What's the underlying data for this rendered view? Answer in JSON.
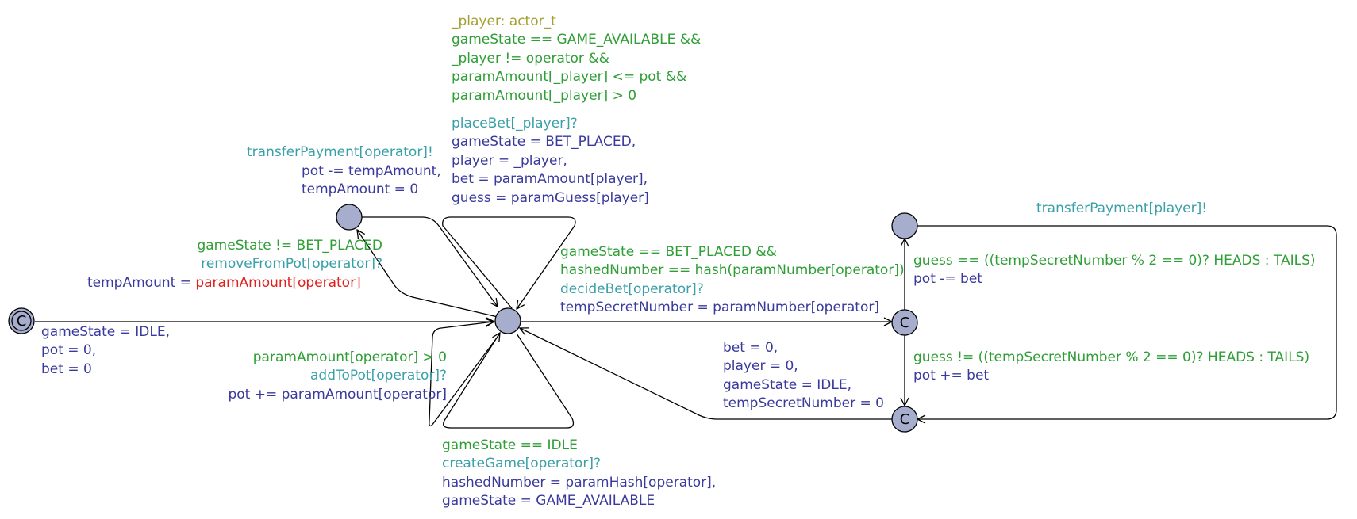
{
  "colors": {
    "guard": "#2f9e36",
    "sync": "#3aa0a8",
    "update": "#3a3a9e",
    "select": "#a3a032",
    "error": "#e0201c",
    "location_fill": "#a7adcc",
    "edge": "#000000"
  },
  "labels": {
    "init": {
      "u1": "gameState = IDLE,",
      "u2": "pot = 0,",
      "u3": "bet = 0"
    },
    "create": {
      "guard": "gameState == IDLE",
      "sync": "createGame[operator]?",
      "u1": "hashedNumber = paramHash[operator],",
      "u2": "gameState = GAME_AVAILABLE"
    },
    "add": {
      "guard": "paramAmount[operator] > 0",
      "sync": "addToPot[operator]?",
      "u1": "pot += paramAmount[operator]"
    },
    "remove": {
      "guard": "gameState != BET_PLACED",
      "sync": "removeFromPot[operator]?",
      "u_prefix": "tempAmount = ",
      "u_error": "paramAmount[operator]"
    },
    "transfer_op": {
      "sync": "transferPayment[operator]!",
      "u1": "pot -= tempAmount,",
      "u2": "tempAmount = 0"
    },
    "place": {
      "select": "_player: actor_t",
      "g1": "gameState == GAME_AVAILABLE &&",
      "g2": "_player != operator &&",
      "g3": "paramAmount[_player] <= pot &&",
      "g4": "paramAmount[_player] > 0",
      "sync": "placeBet[_player]?",
      "u1": "gameState = BET_PLACED,",
      "u2": "player = _player,",
      "u3": "bet = paramAmount[player],",
      "u4": "guess = paramGuess[player]"
    },
    "decide": {
      "g1": "gameState == BET_PLACED &&",
      "g2": "hashedNumber == hash(paramNumber[operator])",
      "sync": "decideBet[operator]?",
      "u1": "tempSecretNumber = paramNumber[operator]"
    },
    "win": {
      "guard": "guess == ((tempSecretNumber % 2 == 0)? HEADS : TAILS)",
      "u1": "pot -= bet"
    },
    "lose": {
      "guard": "guess != ((tempSecretNumber % 2 == 0)? HEADS : TAILS)",
      "u1": "pot += bet"
    },
    "transfer_player": {
      "sync": "transferPayment[player]!"
    },
    "reset": {
      "u1": "bet = 0,",
      "u2": "player = 0,",
      "u3": "gameState = IDLE,",
      "u4": "tempSecretNumber = 0"
    }
  },
  "locations": {
    "committed_symbol": "C"
  }
}
